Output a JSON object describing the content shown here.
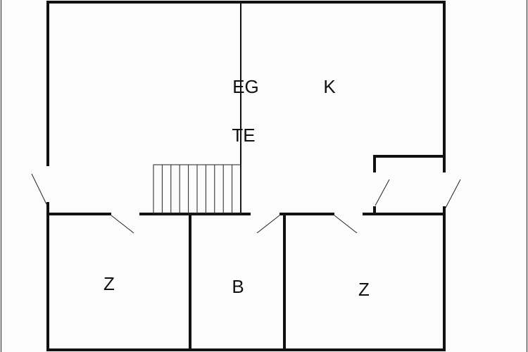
{
  "rooms": {
    "eg": "EG",
    "k": "K",
    "te": "TE",
    "z_left": "Z",
    "b": "B",
    "z_right": "Z"
  },
  "stair_treads": 10
}
